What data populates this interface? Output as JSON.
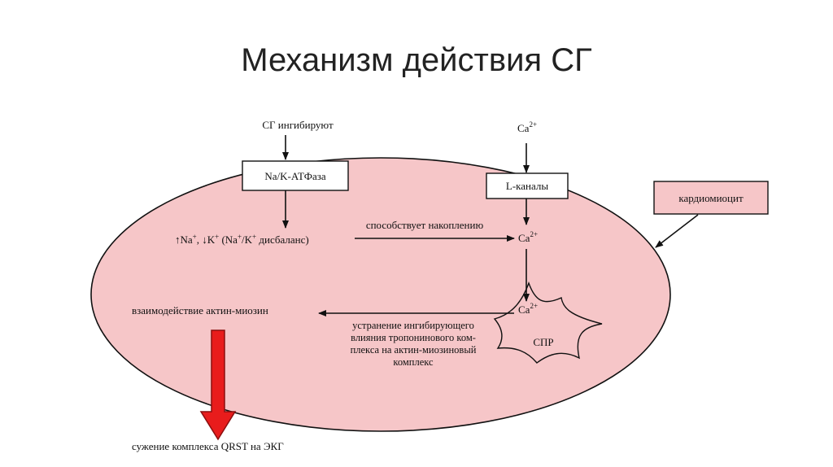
{
  "title": "Механизм действия СГ",
  "diagram": {
    "sg_inhibit_label": "СГ ингибируют",
    "na_k_box": "Na/K-АТФаза",
    "ca_outside_base": "Ca",
    "ca_sup": "2+",
    "l_channels_box": "L-каналы",
    "cardiomyocyte_box": "кардиомиоцит",
    "imbalance_parts": {
      "up_arrow": "↑",
      "na": "Na",
      "na_sup": "+",
      "sep": ", ",
      "down_arrow": "↓",
      "k": "K",
      "k_sup": "+",
      "paren": " (Na",
      "paren_sup": "+",
      "slash_k": "/K",
      "slash_k_sup": "+",
      "tail": " дисбаланс)"
    },
    "promotes_label": "способствует накоплению",
    "ca_inner_base": "Ca",
    "ca_spr_base": "Ca",
    "actin_myosin_label": "взаимодействие актин-миозин",
    "elimination_lines": [
      "устранение ингибирующего",
      "влияния тропонинового ком-",
      "плекса на актин-миозиновый",
      "комплекс"
    ],
    "spr_label": "СПР",
    "qrst_label": "сужение комплекса QRST на ЭКГ"
  },
  "colors": {
    "cell_fill": "#f6c6c8",
    "outline": "#111111",
    "red_arrow": "#e81c1c",
    "red_arrow_border": "#8a0e0e"
  }
}
